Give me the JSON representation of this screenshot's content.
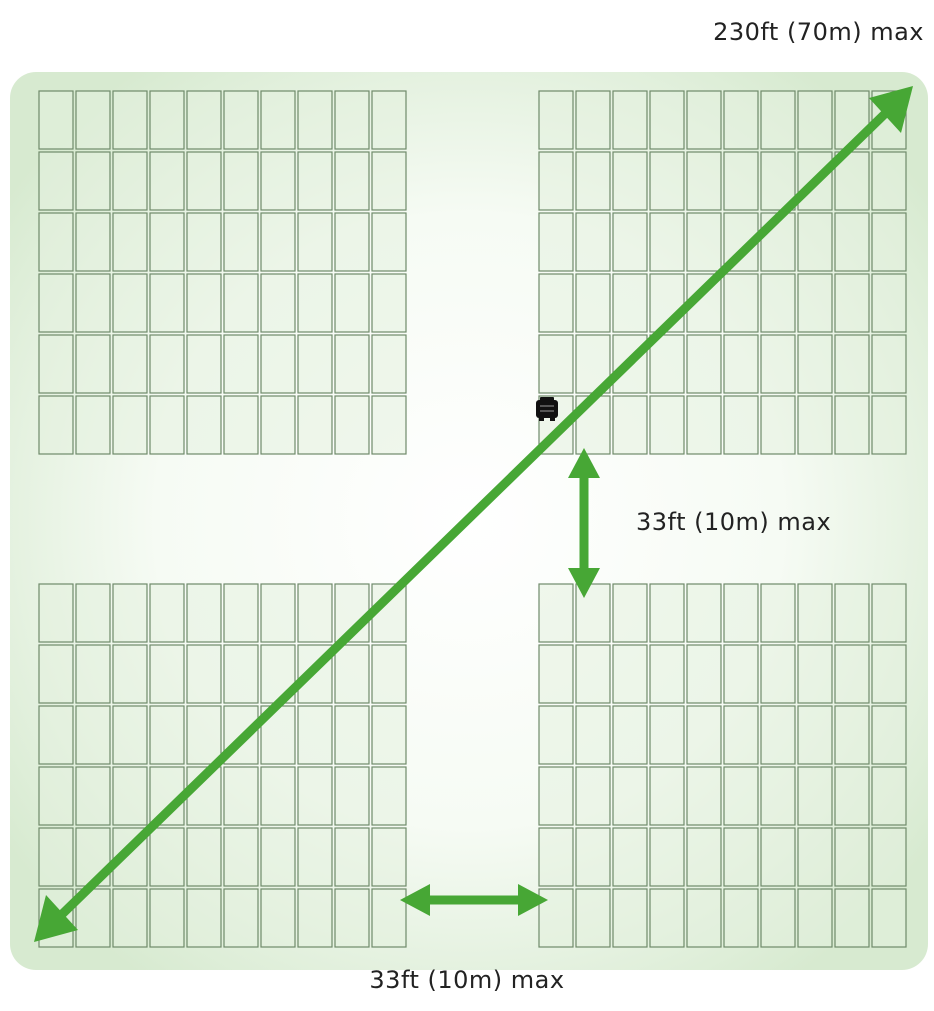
{
  "labels": {
    "diagonal": "230ft (70m) max",
    "row_gap": "33ft (10m) max",
    "column_gap": "33ft (10m) max"
  },
  "colors": {
    "arrow": "#47a735",
    "panel_fill": "#e3f0df",
    "panel_stroke": "#6f8a6a",
    "field_edge": "#d7ead0",
    "field_center": "#ffffff",
    "device": "#111111"
  },
  "arrays": {
    "columns": 10,
    "rows": 6,
    "count": 4
  },
  "icons": {
    "device": "router-icon"
  }
}
